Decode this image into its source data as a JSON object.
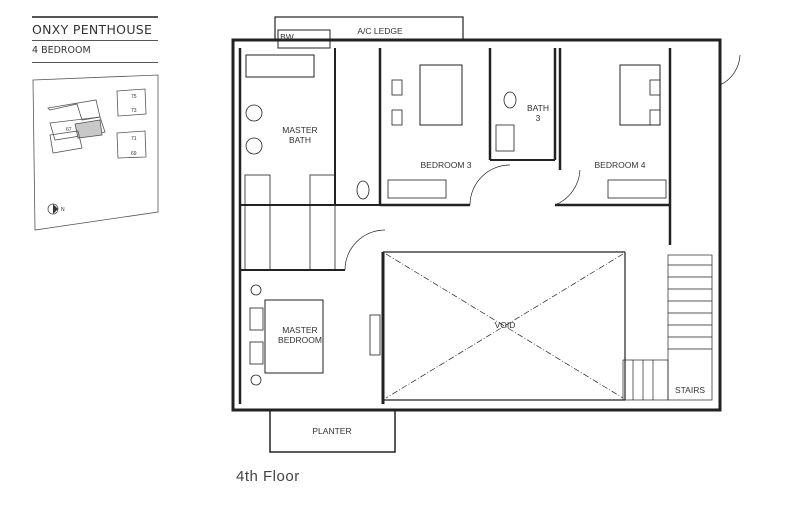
{
  "header": {
    "title": "ONXY PENTHOUSE",
    "subtitle": "4 BEDROOM"
  },
  "keyplan": {
    "unit_labels": [
      "67",
      "75",
      "73",
      "71",
      "69"
    ],
    "north_label": "N",
    "highlight_color": "#c8c8c8"
  },
  "rooms": {
    "ac_ledge": "A/C LEDGE",
    "bw": "BW",
    "master_bath_1": "MASTER",
    "master_bath_2": "BATH",
    "bedroom3": "BEDROOM 3",
    "bath3_1": "BATH",
    "bath3_2": "3",
    "bedroom4": "BEDROOM 4",
    "master_bedroom_1": "MASTER",
    "master_bedroom_2": "BEDROOM",
    "void": "VOID",
    "stairs": "STAIRS",
    "planter": "PLANTER"
  },
  "floor_label": "4th Floor"
}
